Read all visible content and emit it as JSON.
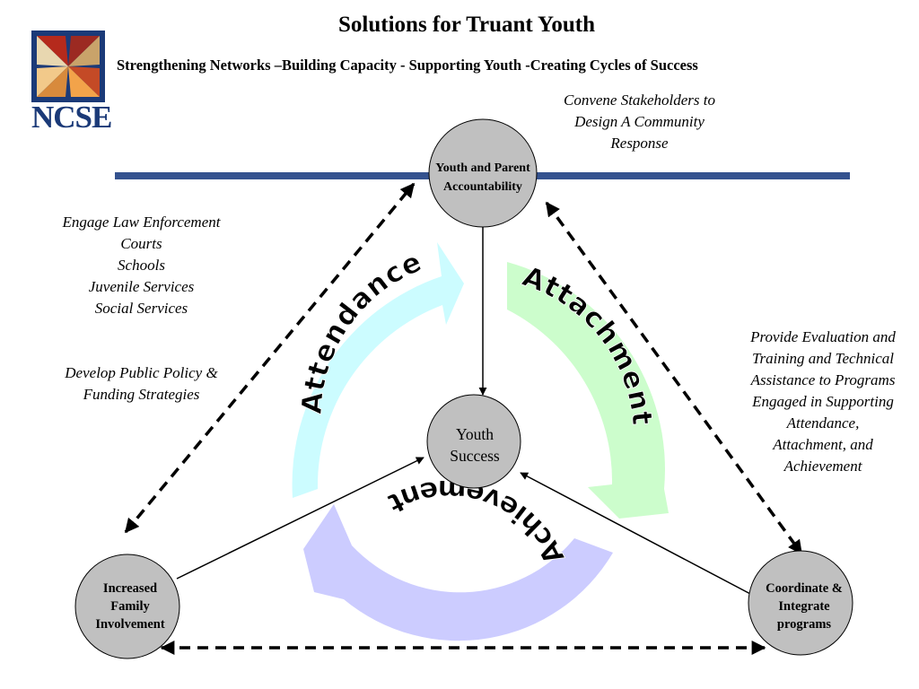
{
  "title": "Solutions for Truant Youth",
  "subtitle": "Strengthening Networks –Building Capacity - Supporting Youth -Creating Cycles of Success",
  "logo": {
    "text": "NCSE",
    "colors": [
      "#1b3a78",
      "#f2a34a",
      "#b52a1c",
      "#e8d7b0"
    ]
  },
  "notes": {
    "top": [
      "Convene Stakeholders to",
      "Design A Community",
      "Response"
    ],
    "left": [
      "Engage Law Enforcement",
      "Courts",
      "Schools",
      "Juvenile Services",
      "Social Services"
    ],
    "policy": [
      "Develop Public Policy &",
      "Funding Strategies"
    ],
    "right": [
      "Provide Evaluation and",
      "Training and Technical",
      "Assistance to Programs",
      "Engaged in Supporting",
      "Attendance,",
      "Attachment, and",
      "Achievement"
    ]
  },
  "nodes": {
    "top": [
      "Youth and Parent",
      "Accountability"
    ],
    "center": [
      "Youth",
      "Success"
    ],
    "left": [
      "Increased",
      "Family",
      "Involvement"
    ],
    "right": [
      "Coordinate &",
      "Integrate",
      "programs"
    ]
  },
  "arcs": {
    "attendance": {
      "label": "Attendance",
      "color": "#ccfcff"
    },
    "attachment": {
      "label": "Attachment",
      "color": "#ccfdcc"
    },
    "achievement": {
      "label": "Achievement",
      "color": "#ccccff"
    }
  },
  "colors": {
    "bar": "#34528f",
    "node_fill": "#c0c0c0"
  }
}
